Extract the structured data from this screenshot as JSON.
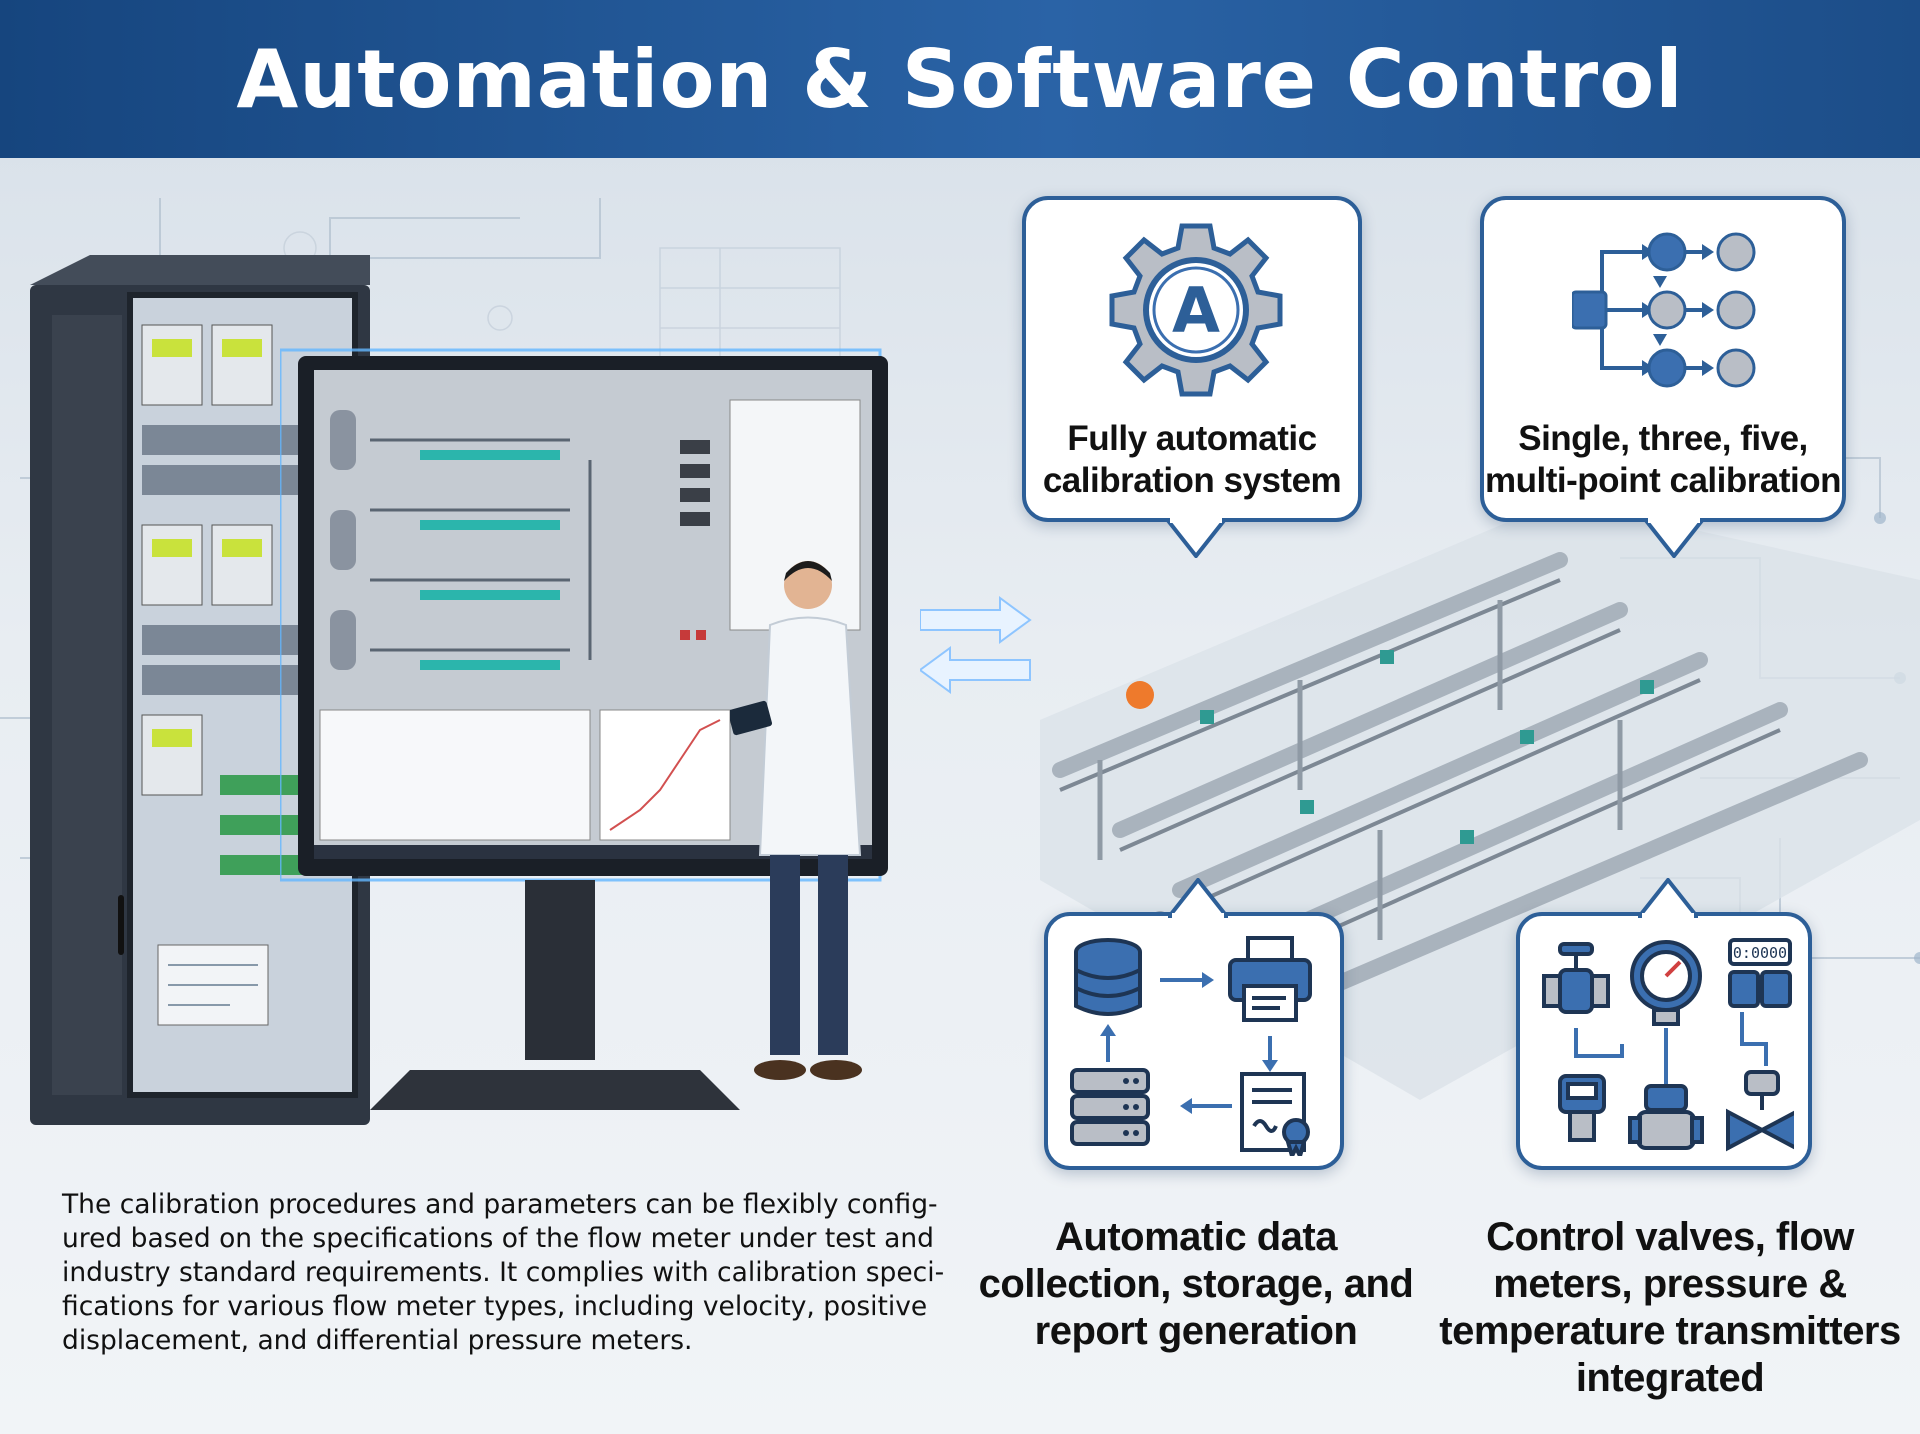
{
  "header": {
    "title": "Automation & Software Control"
  },
  "features": {
    "auto_calibration": {
      "label_line1": "Fully automatic",
      "label_line2": "calibration system",
      "icon": "gear-letter-a-icon"
    },
    "multi_point": {
      "label_line1": "Single, three, five,",
      "label_line2": "multi-point calibration",
      "icon": "flow-sequence-icon"
    },
    "data_collection": {
      "caption_line1": "Automatic data",
      "caption_line2": "collection, storage, and",
      "caption_line3": "report generation",
      "icon": "database-printer-server-certificate-icon"
    },
    "integration": {
      "caption_line1": "Control valves, flow",
      "caption_line2": "meters, pressure &",
      "caption_line3": "temperature transmitters",
      "caption_line4": "integrated",
      "meter_readout": "0:0000",
      "icon": "valve-gauge-transmitter-icon"
    }
  },
  "description": {
    "line1": "The calibration procedures and parameters can be flexibly config-",
    "line2": "ured based on the specifications of the flow meter under test and",
    "line3": "industry standard requirements. It complies with calibration speci-",
    "line4": "fications for various flow meter types, including velocity, positive",
    "line5": "displacement, and differential pressure meters."
  },
  "colors": {
    "banner": "#1f5593",
    "card_border": "#2d5f98",
    "icon_blue": "#3b6fb0",
    "icon_gray": "#b9bec6"
  }
}
